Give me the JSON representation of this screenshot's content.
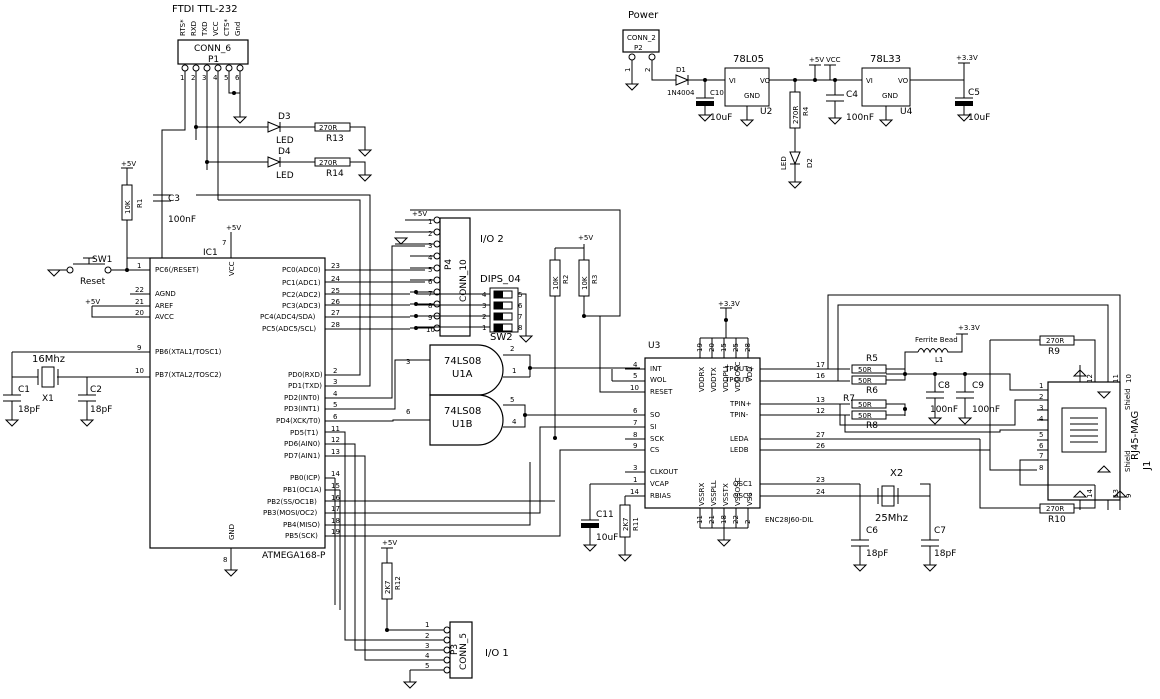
{
  "ftdi": {
    "title": "FTDI TTL-232",
    "pins": [
      "RTS*",
      "RXD",
      "TXD",
      "VCC",
      "CTS*",
      "Gnd"
    ],
    "part": "CONN_6",
    "ref": "P1",
    "nums": [
      "1",
      "2",
      "3",
      "4",
      "5",
      "6"
    ]
  },
  "power": {
    "title": "Power",
    "part": "CONN_2",
    "ref": "P2",
    "nums": [
      "1",
      "2"
    ],
    "d1_ref": "D1",
    "d1_val": "1N4004",
    "u2_name": "78L05",
    "u2_ref": "U2",
    "u4_name": "78L33",
    "u4_ref": "U4",
    "vi": "VI",
    "vo": "VO",
    "gnd": "GND",
    "c10": "C10",
    "c10v": "10uF",
    "c4": "C4",
    "c4v": "100nF",
    "c5": "C5",
    "c5v": "10uF",
    "r4": "R4",
    "r4v": "270R",
    "d2": "D2",
    "d2v": "LED",
    "p5v": "+5V",
    "vcc": "VCC",
    "p33": "+3.3V"
  },
  "leds": {
    "d3": "D3",
    "d4": "D4",
    "led": "LED",
    "r13": "R13",
    "r14": "R14",
    "r270": "270R"
  },
  "reset": {
    "r1": "R1",
    "r1v": "10K",
    "c3": "C3",
    "c3v": "100nF",
    "sw1": "SW1",
    "label": "Reset",
    "plus5": "+5V"
  },
  "mcu": {
    "ref": "IC1",
    "part": "ATMEGA168-P",
    "vcc": "VCC",
    "gnd": "GND",
    "left": [
      {
        "n": "1",
        "name": "PC6(/RESET)"
      },
      {
        "n": "22",
        "name": "AGND"
      },
      {
        "n": "21",
        "name": "AREF"
      },
      {
        "n": "20",
        "name": "AVCC"
      },
      {
        "n": "9",
        "name": "PB6(XTAL1/TOSC1)"
      },
      {
        "n": "10",
        "name": "PB7(XTAL2/TOSC2)"
      }
    ],
    "right": [
      {
        "n": "23",
        "name": "PC0(ADC0)"
      },
      {
        "n": "24",
        "name": "PC1(ADC1)"
      },
      {
        "n": "25",
        "name": "PC2(ADC2)"
      },
      {
        "n": "26",
        "name": "PC3(ADC3)"
      },
      {
        "n": "27",
        "name": "PC4(ADC4/SDA)"
      },
      {
        "n": "28",
        "name": "PC5(ADC5/SCL)"
      },
      {
        "n": "2",
        "name": "PD0(RXD)"
      },
      {
        "n": "3",
        "name": "PD1(TXD)"
      },
      {
        "n": "4",
        "name": "PD2(INT0)"
      },
      {
        "n": "5",
        "name": "PD3(INT1)"
      },
      {
        "n": "6",
        "name": "PD4(XCK/T0)"
      },
      {
        "n": "11",
        "name": "PD5(T1)"
      },
      {
        "n": "12",
        "name": "PD6(AIN0)"
      },
      {
        "n": "13",
        "name": "PD7(AIN1)"
      },
      {
        "n": "14",
        "name": "PB0(ICP)"
      },
      {
        "n": "15",
        "name": "PB1(OC1A)"
      },
      {
        "n": "16",
        "name": "PB2(SS/OC1B)"
      },
      {
        "n": "17",
        "name": "PB3(MOSI/OC2)"
      },
      {
        "n": "18",
        "name": "PB4(MISO)"
      },
      {
        "n": "19",
        "name": "PB5(SCK)"
      }
    ]
  },
  "xtal1": {
    "freq": "16Mhz",
    "x": "X1",
    "c1": "C1",
    "c2": "C2",
    "cv": "18pF"
  },
  "io2": {
    "title": "I/O 2",
    "part": "CONN_10",
    "ref": "P4",
    "nums": [
      "1",
      "2",
      "3",
      "4",
      "5",
      "6",
      "7",
      "8",
      "9",
      "10"
    ]
  },
  "dips": {
    "title": "DIPS_04",
    "ref": "SW2",
    "nums_l": [
      "4",
      "3",
      "2",
      "1"
    ],
    "nums_r": [
      "5",
      "6",
      "7",
      "8"
    ]
  },
  "r2r3": {
    "r2": "R2",
    "r3": "R3",
    "val": "10K",
    "plus5": "+5V"
  },
  "gates": {
    "u1a": "U1A",
    "u1b": "U1B",
    "part": "74LS08",
    "a_in": [
      "2",
      "1"
    ],
    "a_out": "3",
    "b_in": [
      "5",
      "4"
    ],
    "b_out": "6"
  },
  "eth": {
    "ref": "U3",
    "part": "ENC28J60-DIL",
    "p33": "+3.3V",
    "left": [
      {
        "n": "4",
        "name": "INT"
      },
      {
        "n": "5",
        "name": "WOL"
      },
      {
        "n": "10",
        "name": "RESET"
      },
      {
        "n": "6",
        "name": "SO"
      },
      {
        "n": "7",
        "name": "SI"
      },
      {
        "n": "8",
        "name": "SCK"
      },
      {
        "n": "9",
        "name": "CS"
      },
      {
        "n": "3",
        "name": "CLKOUT"
      },
      {
        "n": "1",
        "name": "VCAP"
      },
      {
        "n": "14",
        "name": "RBIAS"
      }
    ],
    "right": [
      {
        "n": "17",
        "name": "TPOUT+"
      },
      {
        "n": "16",
        "name": "TPOUT-"
      },
      {
        "n": "13",
        "name": "TPIN+"
      },
      {
        "n": "12",
        "name": "TPIN-"
      },
      {
        "n": "27",
        "name": "LEDA"
      },
      {
        "n": "26",
        "name": "LEDB"
      },
      {
        "n": "23",
        "name": "OSC1"
      },
      {
        "n": "24",
        "name": "OSC2"
      }
    ],
    "top": [
      {
        "n": "19",
        "name": "VDDRX"
      },
      {
        "n": "20",
        "name": "VDDTX"
      },
      {
        "n": "15",
        "name": "VDDPLL"
      },
      {
        "n": "25",
        "name": "VDDOSC"
      },
      {
        "n": "28",
        "name": "VDD"
      }
    ],
    "bottom": [
      {
        "n": "11",
        "name": "VSSRX"
      },
      {
        "n": "21",
        "name": "VSSPLL"
      },
      {
        "n": "18",
        "name": "VSSTX"
      },
      {
        "n": "22",
        "name": "VSSOSC"
      },
      {
        "n": "2",
        "name": "VSS"
      }
    ]
  },
  "passives": {
    "r5": "R5",
    "r6": "R6",
    "r7": "R7",
    "r8": "R8",
    "r50": "50R",
    "l1": "L1",
    "ferrite": "Ferrite Bead",
    "c8": "C8",
    "c9": "C9",
    "c100n": "100nF",
    "r9": "R9",
    "r10": "R10",
    "r270": "270R",
    "c11": "C11",
    "c11v": "10uF",
    "r11": "R11",
    "r11v": "2K7",
    "x2": "X2",
    "x2f": "25Mhz",
    "c6": "C6",
    "c7": "C7",
    "c18p": "18pF"
  },
  "rj45": {
    "ref": "J1",
    "part": "RJ45-MAG",
    "shield": "Shield",
    "nums": [
      "1",
      "2",
      "3",
      "4",
      "5",
      "6",
      "7",
      "8"
    ],
    "top": [
      "12",
      "11",
      "10"
    ],
    "bot": [
      "14",
      "13",
      "9"
    ]
  },
  "io1": {
    "title": "I/O 1",
    "part": "CONN_5",
    "ref": "P3",
    "nums": [
      "1",
      "2",
      "3",
      "4",
      "5"
    ],
    "r12": "R12",
    "r12v": "2K7",
    "plus5": "+5V"
  }
}
